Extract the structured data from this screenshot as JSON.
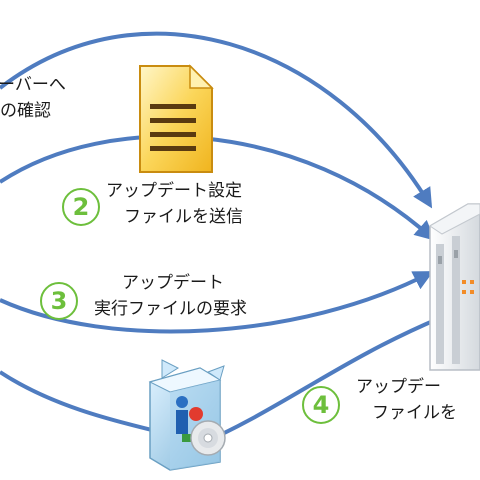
{
  "colors": {
    "arrow": "#4f7cc0",
    "step_circle": "#6dbf3c",
    "document": "#f5c33a",
    "server": "#e9ecef"
  },
  "labels": {
    "step1_line1": "ーバーへ",
    "step1_line2": "の確認",
    "step2_line1": "アップデート設定",
    "step2_line2": "ファイルを送信",
    "step3_line1": "アップデート",
    "step3_line2": "実行ファイルの要求",
    "step4_line1": "アップデー",
    "step4_line2": "ファイルを"
  },
  "steps": {
    "two": "2",
    "three": "3",
    "four": "4"
  },
  "icons": {
    "document": "document-icon",
    "server": "server-icon",
    "software_box": "software-box-icon"
  }
}
